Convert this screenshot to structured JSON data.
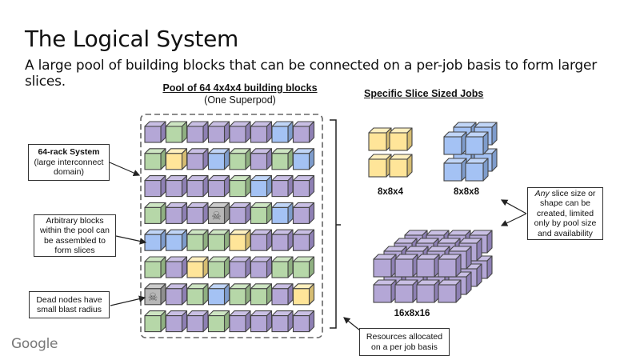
{
  "slide": {
    "title": "The Logical System",
    "subtitle": "A large pool of building blocks that can be connected on a per-job basis to form larger slices."
  },
  "pool": {
    "heading": "Pool of 64 4x4x4 building blocks",
    "subheading": "(One Superpod)",
    "legend_colors": {
      "P": {
        "face": "#b4a7d6",
        "top": "#c9bfe4",
        "side": "#8e80b4"
      },
      "G": {
        "face": "#b6d7a8",
        "top": "#cde5c2",
        "side": "#8fb081"
      },
      "B": {
        "face": "#a4c2f4",
        "top": "#c0d5f7",
        "side": "#7e9ccc"
      },
      "Y": {
        "face": "#ffe599",
        "top": "#fff0bf",
        "side": "#d6bd72"
      },
      "D": {
        "face": "#b7b7b7",
        "top": "#cccccc",
        "side": "#8f8f8f"
      }
    },
    "rows": [
      [
        "P",
        "G",
        "P",
        "P",
        "P",
        "P",
        "B",
        "P"
      ],
      [
        "G",
        "Y",
        "P",
        "B",
        "G",
        "P",
        "G",
        "B"
      ],
      [
        "P",
        "P",
        "P",
        "P",
        "G",
        "B",
        "P",
        "P"
      ],
      [
        "G",
        "P",
        "P",
        "D",
        "P",
        "G",
        "B",
        "P"
      ],
      [
        "B",
        "B",
        "G",
        "G",
        "Y",
        "P",
        "P",
        "P"
      ],
      [
        "G",
        "P",
        "Y",
        "G",
        "P",
        "P",
        "G",
        "G"
      ],
      [
        "D",
        "P",
        "G",
        "B",
        "G",
        "G",
        "P",
        "Y"
      ],
      [
        "G",
        "P",
        "P",
        "G",
        "P",
        "P",
        "P",
        "P"
      ]
    ],
    "dead_icon": "skull-crossbones-icon"
  },
  "jobs": {
    "heading": "Specific Slice Sized Jobs",
    "slices": [
      {
        "label": "8x8x4",
        "color": "Y"
      },
      {
        "label": "8x8x8",
        "color": "B"
      },
      {
        "label": "16x8x16",
        "color": "P"
      }
    ]
  },
  "notes": {
    "rack_system_bold": "64-rack System",
    "rack_system_rest": "(large interconnect domain)",
    "arbitrary_blocks": "Arbitrary blocks within the pool can be assembled to form slices",
    "dead_nodes": "Dead nodes have small blast radius",
    "any_slice_italic": "Any",
    "any_slice_rest": " slice size or shape can be created, limited only by pool size and availability",
    "resources": "Resources allocated on a per job basis"
  },
  "footer": {
    "logo_text": "Google"
  }
}
